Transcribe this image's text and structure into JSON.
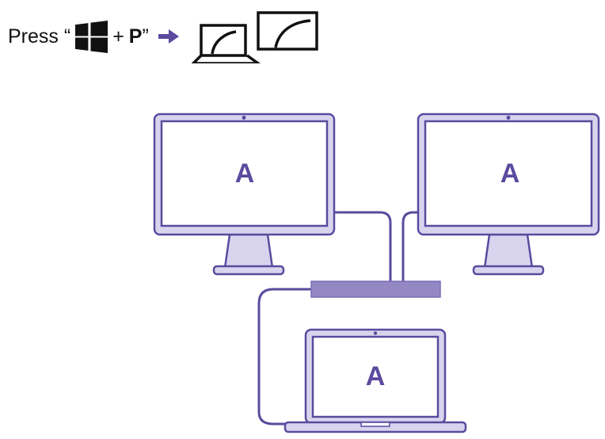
{
  "instruction": {
    "press_label": "Press “",
    "plus_label": "+",
    "key_label": "P",
    "close_quote": "”",
    "windows_key_icon": "windows-logo-icon",
    "arrow_icon": "right-arrow-icon",
    "projection_mode_icon": "extend-display-icon"
  },
  "diagram": {
    "left_monitor": {
      "screen_label": "A"
    },
    "right_monitor": {
      "screen_label": "A"
    },
    "laptop": {
      "screen_label": "A"
    },
    "dock": "docking-station"
  },
  "colors": {
    "outline": "#5b4a9e",
    "fill_light": "#d9d4ee",
    "dock_fill": "#9387c4",
    "text": "#111111"
  }
}
